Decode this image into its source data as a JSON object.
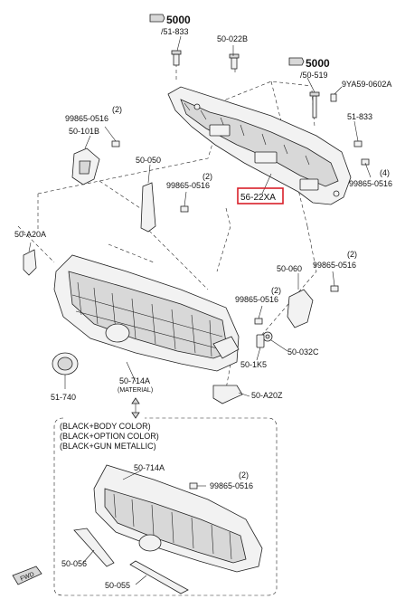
{
  "labels": {
    "p5000_top": "5000",
    "p51833_top": "/51-833",
    "p50022b": "50-022B",
    "p5000_right": "5000",
    "p50519": "/50-519",
    "p9ya59": "9YA59-0602A",
    "p51833_right": "51-833",
    "q2_a": "(2)",
    "p99865_a": "99865-0516",
    "p50101b": "50-101B",
    "p50050": "50-050",
    "q2_b": "(2)",
    "p99865_b": "99865-0516",
    "p5622xa": "56-22XA",
    "q4": "(4)",
    "p99865_c": "99865-0516",
    "p50a20a": "50-A20A",
    "p50060": "50-060",
    "q2_d": "(2)",
    "p99865_d": "99865-0516",
    "q2_e": "(2)",
    "p99865_e": "99865-0516",
    "p50032c": "50-032C",
    "p501k5": "50-1K5",
    "p51740": "51-740",
    "p50714a": "50-714A",
    "material": "(MATERIAL)",
    "p50a20z": "50-A20Z",
    "color1": "(BLACK+BODY COLOR)",
    "color2": "(BLACK+OPTION COLOR)",
    "color3": "(BLACK+GUN METALLIC)",
    "p50714a_inset": "50-714A",
    "q2_f": "(2)",
    "p99865_f": "99865-0516",
    "p50056": "50-056",
    "p50055": "50-055",
    "fwd": "FWD"
  },
  "colors": {
    "highlight": "#d8202a",
    "line": "#222222"
  }
}
